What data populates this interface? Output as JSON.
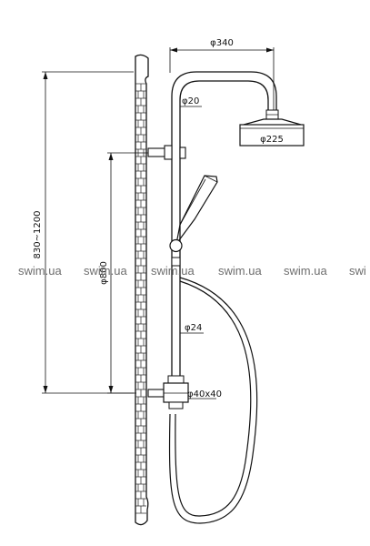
{
  "dimensions": {
    "arm_reach": "φ340",
    "arm_tube": "φ20",
    "head_diameter": "φ225",
    "height_range": "830~1200",
    "fixing_distance": "φ800",
    "riser_tube": "φ24",
    "mixer_inlet": "φ40x40"
  },
  "watermark": {
    "items": [
      "swim.ua",
      "swim.ua",
      "swim.ua",
      "swim.ua",
      "swim.ua",
      "swi"
    ]
  }
}
